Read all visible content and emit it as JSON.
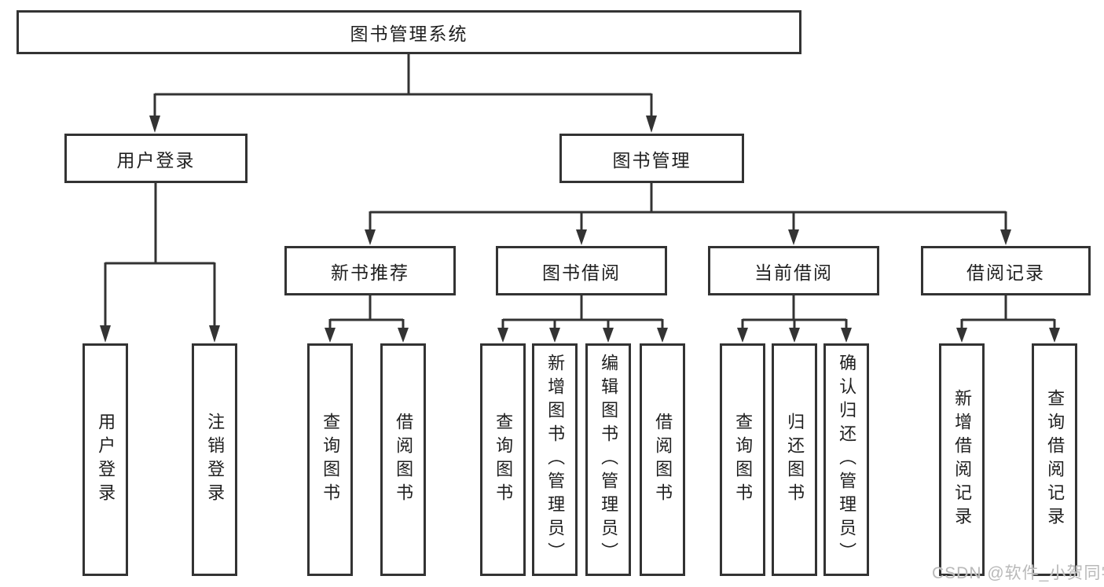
{
  "title": "图书管理系统",
  "watermark": "CSDN @软件_小贺同学",
  "colors": {
    "line": "#333333",
    "box_border": "#333333",
    "text": "#1f1f1f",
    "watermark": "#b9b9b9",
    "background": "#ffffff"
  },
  "tree": {
    "root": {
      "label": "图书管理系统",
      "children": [
        {
          "label": "用户登录",
          "children": [
            {
              "label": "用户登录"
            },
            {
              "label": "注销登录"
            }
          ]
        },
        {
          "label": "图书管理",
          "children": [
            {
              "label": "新书推荐",
              "children": [
                {
                  "label": "查询图书"
                },
                {
                  "label": "借阅图书"
                }
              ]
            },
            {
              "label": "图书借阅",
              "children": [
                {
                  "label": "查询图书"
                },
                {
                  "label": "新增图书（管理员）"
                },
                {
                  "label": "编辑图书（管理员）"
                },
                {
                  "label": "借阅图书"
                }
              ]
            },
            {
              "label": "当前借阅",
              "children": [
                {
                  "label": "查询图书"
                },
                {
                  "label": "归还图书"
                },
                {
                  "label": "确认归还（管理员）"
                }
              ]
            },
            {
              "label": "借阅记录",
              "children": [
                {
                  "label": "新增借阅记录"
                },
                {
                  "label": "查询借阅记录"
                }
              ]
            }
          ]
        }
      ]
    }
  }
}
